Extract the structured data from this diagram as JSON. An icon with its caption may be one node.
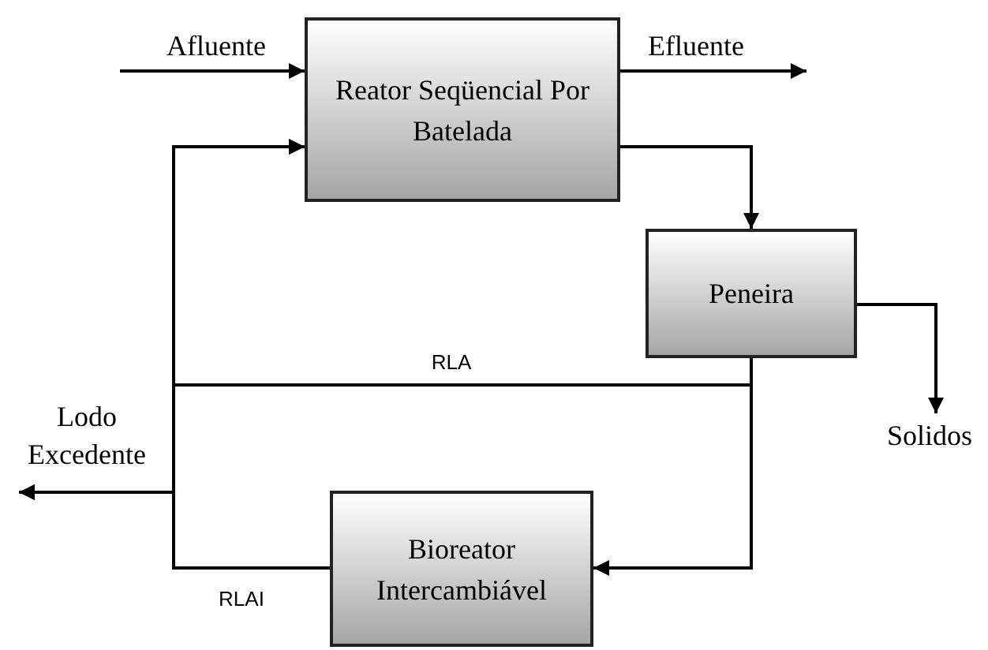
{
  "diagram": {
    "nodes": [
      {
        "text": [
          "Reator Seqüencial Por Batelada"
        ]
      },
      {
        "text": [
          "Peneira"
        ]
      },
      {
        "text": [
          "Bioreator Intercambiável"
        ]
      },
      {
        "text": [
          "Solidos"
        ]
      }
    ],
    "edges": [
      {
        "from": null,
        "to": 0,
        "arrow": "to",
        "label": "Afluente"
      },
      {
        "from": 0,
        "to": null,
        "arrow": "to",
        "label": "Efluente"
      },
      {
        "from": 0,
        "to": 1,
        "arrow": "to"
      },
      {
        "from": 1,
        "to": 3,
        "arrow": "to"
      },
      {
        "from": 1,
        "to": 0,
        "arrow": "to",
        "label": "RLA"
      },
      {
        "from": 1,
        "to": 2,
        "arrow": "to"
      },
      {
        "from": 2,
        "to": 0,
        "arrow": "to",
        "label": "RLAI"
      },
      {
        "from": 1,
        "to": null,
        "arrow": "to",
        "label": "Lodo Excedente"
      },
      {
        "from": 2,
        "to": null,
        "arrow": "to"
      }
    ]
  }
}
